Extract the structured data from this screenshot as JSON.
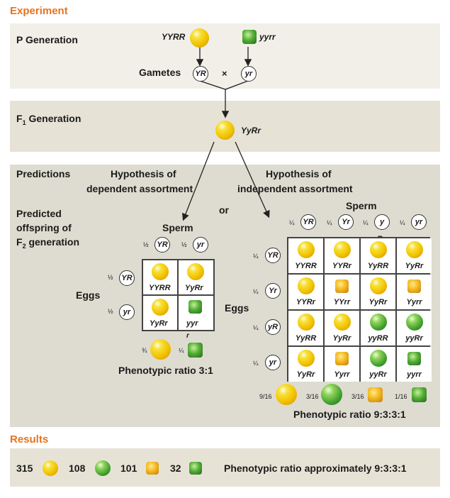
{
  "headers": {
    "experiment": "Experiment",
    "results": "Results"
  },
  "p_generation": {
    "label": "P Generation",
    "yellow_genotype": "YYRR",
    "green_genotype": "yyrr",
    "gametes_label": "Gametes",
    "gamete_left": "YR",
    "cross_symbol": "×",
    "gamete_right": "yr"
  },
  "f1_generation": {
    "label": "F",
    "sub": "1",
    "label_rest": " Generation",
    "genotype": "YyRr"
  },
  "predictions": {
    "label": "Predictions",
    "dependent_line1": "Hypothesis of",
    "dependent_line2": "dependent assortment",
    "or": "or",
    "independent_line1": "Hypothesis of",
    "independent_line2": "independent assortment",
    "offspring_line1": "Predicted",
    "offspring_line2": "offspring of",
    "offspring_line3_pre": "F",
    "offspring_line3_sub": "2",
    "offspring_line3_post": " generation"
  },
  "dependent": {
    "sperm_label": "Sperm",
    "eggs_label": "Eggs",
    "sperm": [
      {
        "frac": "½",
        "gamete": "YR"
      },
      {
        "frac": "½",
        "gamete": "yr"
      }
    ],
    "eggs": [
      {
        "frac": "½",
        "gamete": "YR"
      },
      {
        "frac": "½",
        "gamete": "yr"
      }
    ],
    "cells": [
      [
        "YYRR",
        "YyRr"
      ],
      [
        "YyRr",
        "yyr"
      ]
    ],
    "cell_extra": "r",
    "phenotype_fracs": [
      "¾",
      "¼"
    ],
    "ratio": "Phenotypic ratio 3:1"
  },
  "independent": {
    "sperm_label": "Sperm",
    "eggs_label": "Eggs",
    "sperm": [
      {
        "frac": "¼",
        "gamete": "YR"
      },
      {
        "frac": "¼",
        "gamete": "Yr"
      },
      {
        "frac": "¼",
        "gamete": "y"
      },
      {
        "frac": "¼",
        "gamete": "yr"
      }
    ],
    "sperm_extra": "R",
    "eggs": [
      {
        "frac": "¼",
        "gamete": "YR"
      },
      {
        "frac": "¼",
        "gamete": "Yr"
      },
      {
        "frac": "¼",
        "gamete": "yR"
      },
      {
        "frac": "¼",
        "gamete": "yr"
      }
    ],
    "cells": [
      [
        "YYRR",
        "YYRr",
        "YyRR",
        "YyRr"
      ],
      [
        "YYRr",
        "YYrr",
        "YyRr",
        "Yyrr"
      ],
      [
        "YyRR",
        "YyRr",
        "yyRR",
        "yyRr"
      ],
      [
        "YyRr",
        "Yyrr",
        "yyRr",
        "yyrr"
      ]
    ],
    "phenotypes": [
      [
        "yellow-round",
        "yellow-round",
        "yellow-round",
        "yellow-round"
      ],
      [
        "yellow-round",
        "yellow-wrinkled",
        "yellow-round",
        "yellow-wrinkled"
      ],
      [
        "yellow-round",
        "yellow-round",
        "green-round",
        "green-round"
      ],
      [
        "yellow-round",
        "yellow-wrinkled",
        "green-round",
        "green-wrinkled"
      ]
    ],
    "phenotype_fracs": [
      "9/16",
      "3/16",
      "3/16",
      "1/16"
    ],
    "ratio": "Phenotypic ratio 9:3:3:1"
  },
  "results": {
    "counts": [
      "315",
      "108",
      "101",
      "32"
    ],
    "ratio": "Phenotypic ratio approximately 9:3:3:1"
  },
  "colors": {
    "accent": "#e8731e",
    "yellow_pea": "#f2c500",
    "green_pea": "#3f9e2d"
  }
}
